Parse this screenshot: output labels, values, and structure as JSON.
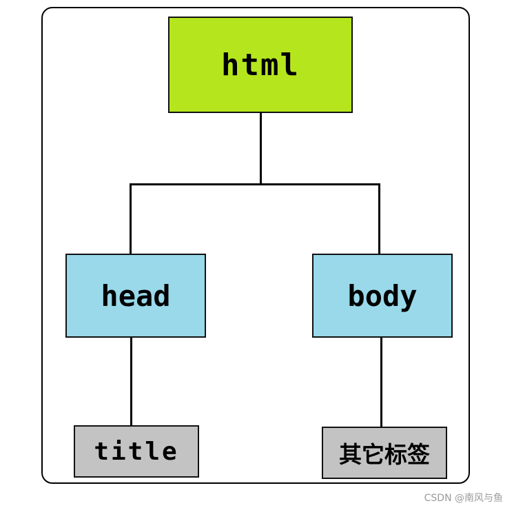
{
  "colors": {
    "root_fill": "#b5e61d",
    "level2_fill": "#99d9ea",
    "leaf_fill": "#c3c3c3",
    "line": "#000000"
  },
  "nodes": {
    "html": {
      "label": "html"
    },
    "head": {
      "label": "head"
    },
    "body": {
      "label": "body"
    },
    "title": {
      "label": "title"
    },
    "other": {
      "label": "其它标签"
    }
  },
  "watermark": "CSDN @南风与鱼"
}
